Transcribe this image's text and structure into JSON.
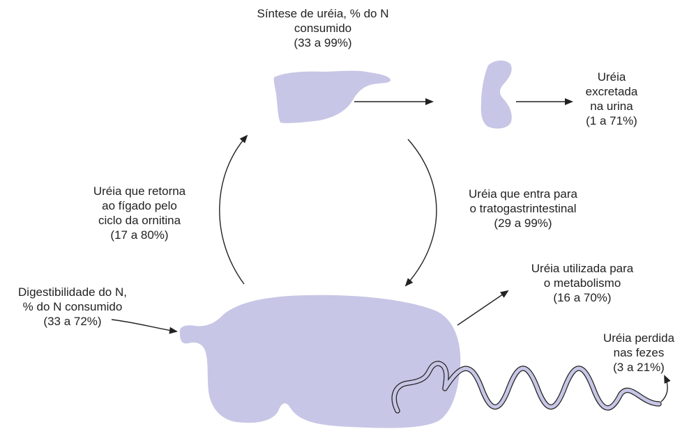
{
  "colors": {
    "organ_fill": "#c7c6e6",
    "outline": "#222222",
    "arrow": "#222222",
    "text": "#222222",
    "background": "#ffffff"
  },
  "labels": {
    "urea_synthesis": [
      "Síntese de uréia, % do N",
      "consumido",
      "(33 a 99%)"
    ],
    "urea_excreted": [
      "Uréia",
      "excretada",
      "na urina",
      "(1 a 71%)"
    ],
    "urea_return_liver": [
      "Uréia que retorna",
      "ao fígado pelo",
      "ciclo da ornitina",
      "(17 a 80%)"
    ],
    "urea_gi_tract": [
      "Uréia que  entra para",
      "o tratogastrintestinal",
      "(29 a 99%)"
    ],
    "n_digestibility": [
      "Digestibilidade do N,",
      "% do N consumido",
      "(33 a 72%)"
    ],
    "urea_metabolism": [
      "Uréia utilizada para",
      "o metabolismo",
      "(16 a 70%)"
    ],
    "urea_feces": [
      "Uréia perdida",
      "nas fezes",
      "(3 a 21%)"
    ]
  }
}
